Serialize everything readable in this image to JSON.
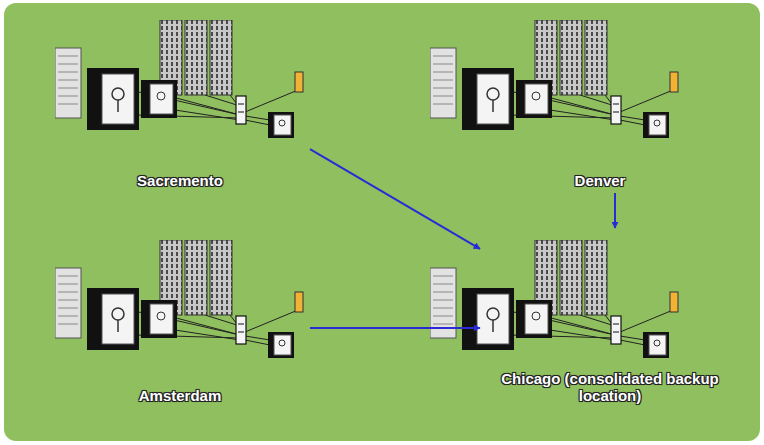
{
  "diagram": {
    "nodes": [
      {
        "text": [
          "Sacremento"
        ]
      },
      {
        "text": [
          "Denver"
        ]
      },
      {
        "text": [
          "Amsterdam"
        ]
      },
      {
        "text": [
          "Chicago (consolidated backup location)"
        ]
      }
    ],
    "edges": [
      {
        "from": 0,
        "to": 3,
        "arrow": "to"
      },
      {
        "from": 1,
        "to": 3,
        "arrow": "to"
      },
      {
        "from": 2,
        "to": 3,
        "arrow": "to"
      }
    ]
  }
}
